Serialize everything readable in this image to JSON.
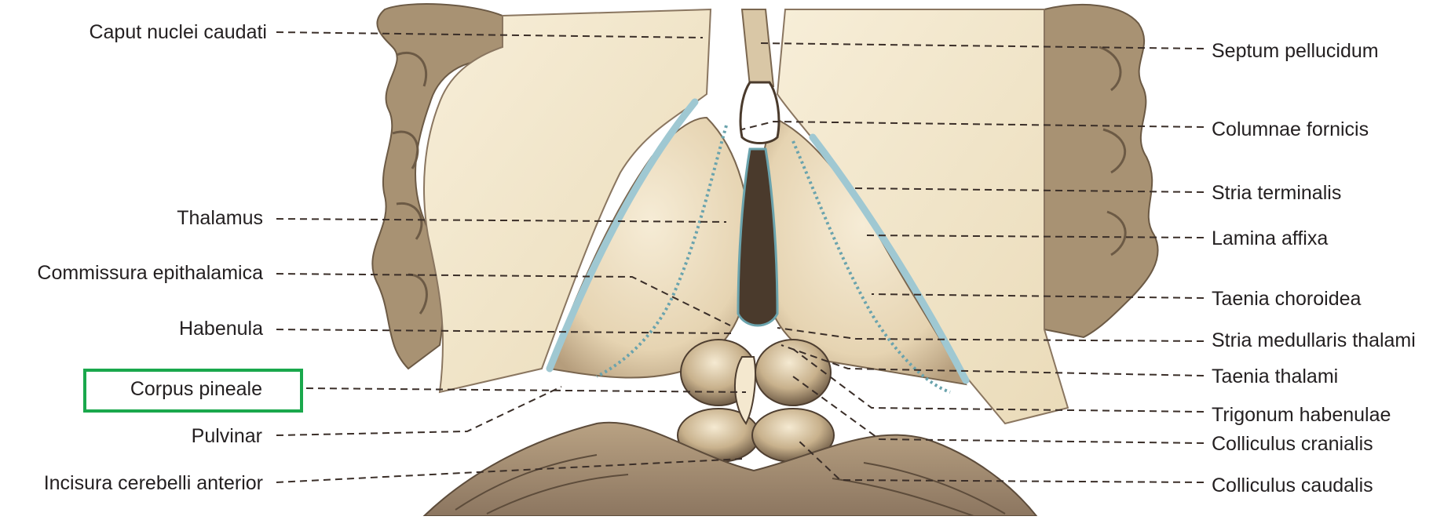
{
  "colors": {
    "highlight_box": "#1aa84c",
    "label_text": "#231f20",
    "leader_line": "#3a2e28",
    "tissue_light": "#f3e7cc",
    "tissue_mid": "#d8c4a0",
    "tissue_dark": "#8a7660",
    "choroid_blue": "#9fc8d2"
  },
  "labels_left": [
    "Caput nuclei caudati",
    "Thalamus",
    "Commissura epithalamica",
    "Habenula",
    "Corpus pineale",
    "Pulvinar",
    "Incisura cerebelli anterior"
  ],
  "labels_right": [
    "Septum pellucidum",
    "Columnae fornicis",
    "Stria terminalis",
    "Lamina affixa",
    "Taenia choroidea",
    "Stria medullaris thalami",
    "Taenia thalami",
    "Trigonum habenulae",
    "Colliculus cranialis",
    "Colliculus caudalis"
  ],
  "highlighted_label": "Corpus pineale"
}
